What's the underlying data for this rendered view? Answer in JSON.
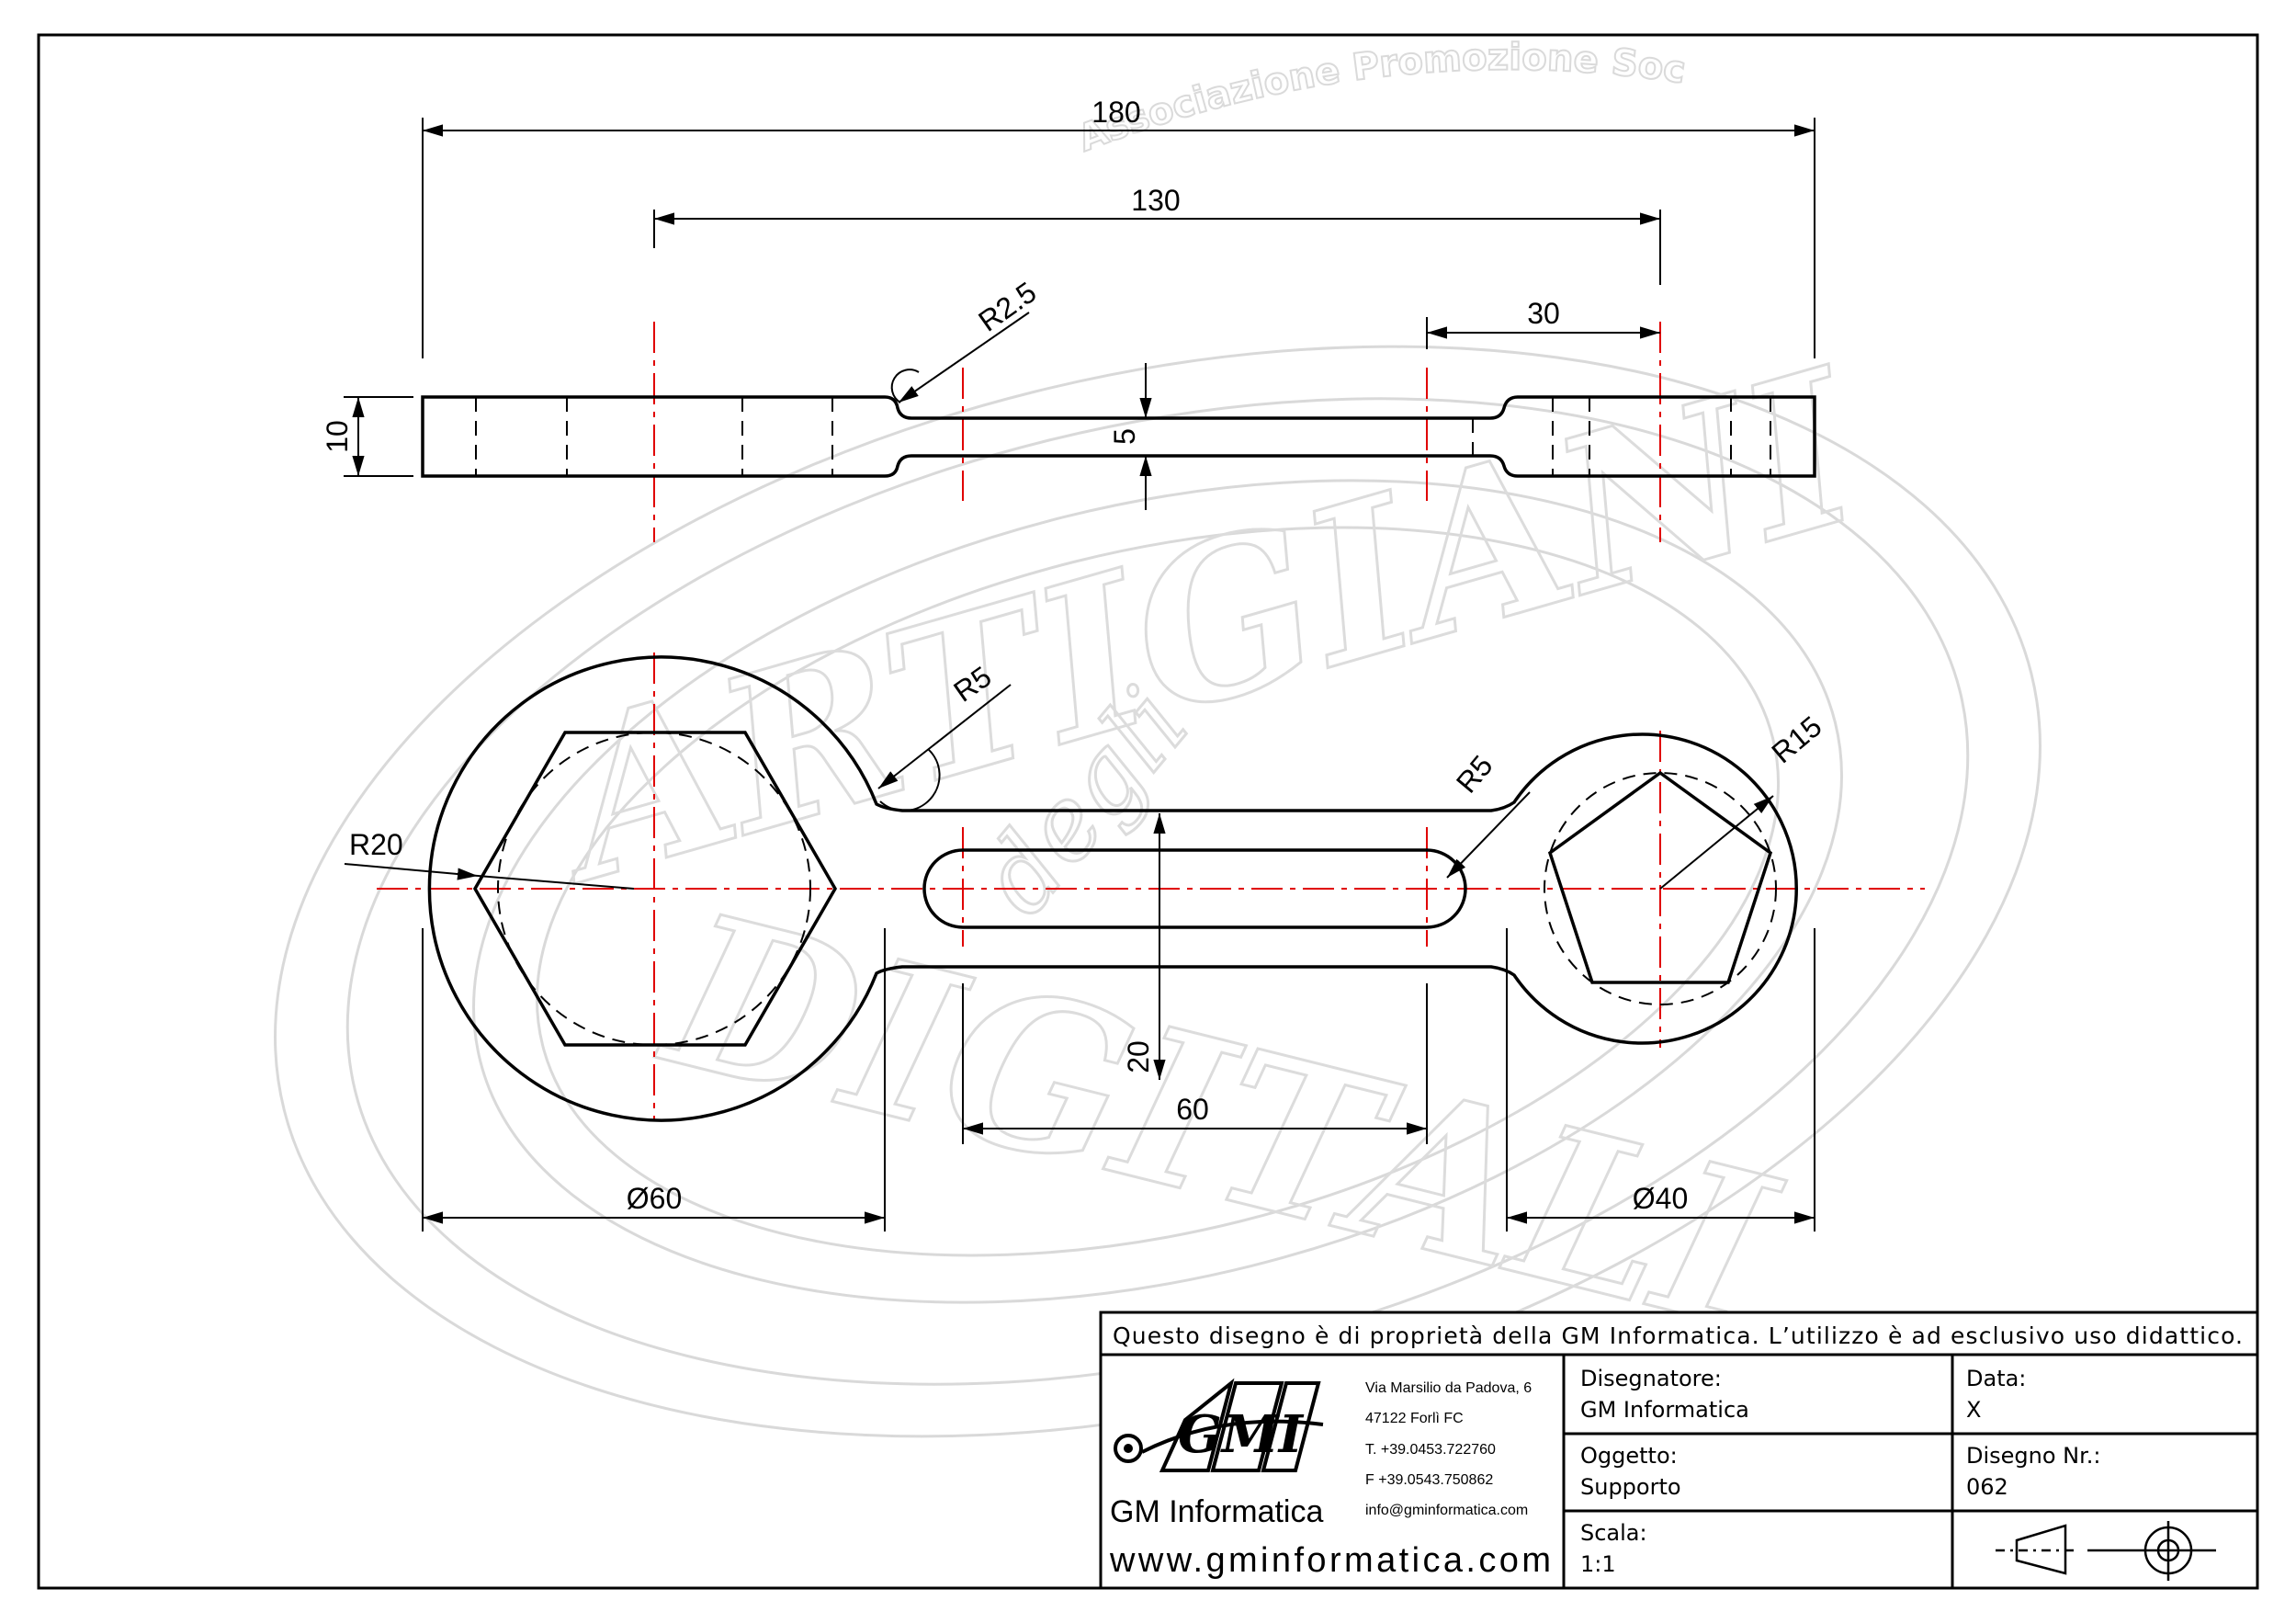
{
  "watermark": {
    "arc_text": "Associazione Promozione Sociale",
    "big_text_top": "ARTIGIANI",
    "small_text": "degli",
    "big_text_bottom": "DIGITALI"
  },
  "dimensions": {
    "d180": "180",
    "d130": "130",
    "d30": "30",
    "r25": "R2.5",
    "d10": "10",
    "d5": "5",
    "r5_top": "R5",
    "r5_slot": "R5",
    "r15": "R15",
    "r20": "R20",
    "d20": "20",
    "d60": "60",
    "dia60": "Ø60",
    "dia40": "Ø40"
  },
  "title_block": {
    "notice": "Questo disegno è di proprietà della GM Informatica. L’utilizzo è ad esclusivo uso didattico.",
    "logo_text": "GMI",
    "company": "GM Informatica",
    "address_1": "Via Marsilio da Padova, 6",
    "address_2": "47122  Forlì  FC",
    "phone": "T. +39.0453.722760",
    "fax": "F +39.0543.750862",
    "email": "info@gminformatica.com",
    "website": "www.gminformatica.com",
    "designer_label": "Disegnatore:",
    "designer_value": "GM  Informatica",
    "object_label": "Oggetto:",
    "object_value": "Supporto",
    "scale_label": "Scala:",
    "scale_value": "1:1",
    "date_label": "Data:",
    "date_value": "X",
    "drawing_no_label": "Disegno  Nr.:",
    "drawing_no_value": "062"
  }
}
